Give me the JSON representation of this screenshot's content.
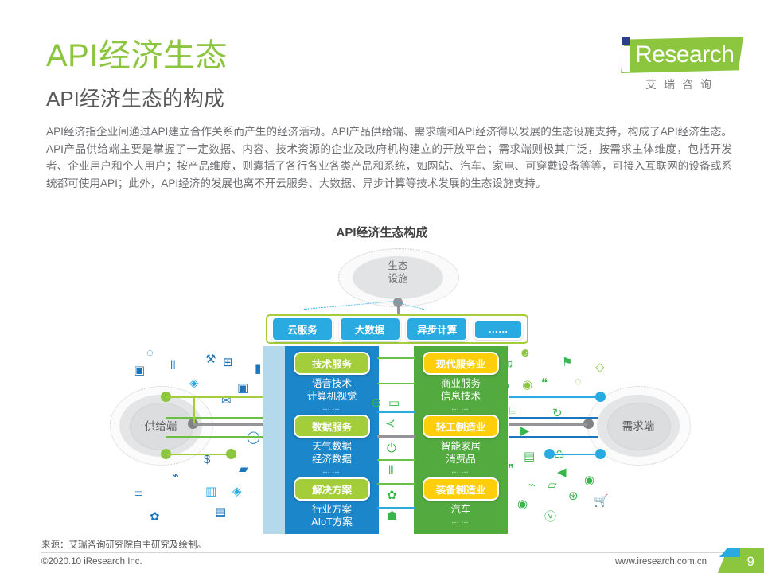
{
  "header": {
    "title": "API经济生态",
    "subtitle": "API经济生态的构成"
  },
  "logo": {
    "word": "Research",
    "cn": "艾瑞咨询"
  },
  "body": {
    "paragraph": "API经济指企业间通过API建立合作关系而产生的经济活动。API产品供给端、需求端和API经济得以发展的生态设施支持，构成了API经济生态。API产品供给端主要是掌握了一定数据、内容、技术资源的企业及政府机构建立的开放平台；需求端则极其广泛，按需求主体维度，包括开发者、企业用户和个人用户；按产品维度，则囊括了各行各业各类产品和系统，如网站、汽车、家电、可穿戴设备等等，可接入互联网的设备或系统都可使用API；此外，API经济的发展也离不开云服务、大数据、异步计算等技术发展的生态设施支持。"
  },
  "chart_data": {
    "type": "diagram",
    "title": "API经济生态构成",
    "infrastructure": {
      "label_line1": "生态",
      "label_line2": "设施",
      "items": [
        "云服务",
        "大数据",
        "异步计算",
        "……"
      ]
    },
    "supply": {
      "label": "供给端",
      "groups": [
        {
          "heading": "技术服务",
          "items": [
            "语音技术",
            "计算机视觉"
          ],
          "more": "……"
        },
        {
          "heading": "数据服务",
          "items": [
            "天气数据",
            "经济数据"
          ],
          "more": "……"
        },
        {
          "heading": "解决方案",
          "items": [
            "行业方案",
            "AIoT方案"
          ],
          "more": "……"
        }
      ]
    },
    "demand": {
      "label": "需求端",
      "groups": [
        {
          "heading": "现代服务业",
          "items": [
            "商业服务",
            "信息技术"
          ],
          "more": "……"
        },
        {
          "heading": "轻工制造业",
          "items": [
            "智能家居",
            "消费品"
          ],
          "more": "……"
        },
        {
          "heading": "装备制造业",
          "items": [
            "汽车"
          ],
          "more": "……"
        }
      ]
    },
    "colors": {
      "brand_green": "#8CC63E",
      "supply_blue": "#1B86C9",
      "demand_green": "#53AB40",
      "infra_blue": "#29ABE2",
      "pill_green": "#A3CE3A",
      "pill_yellow": "#FFCE0B"
    }
  },
  "footer": {
    "source": "来源：艾瑞咨询研究院自主研究及绘制。",
    "copyright": "©2020.10 iResearch Inc.",
    "website": "www.iresearch.com.cn",
    "page": "9"
  }
}
